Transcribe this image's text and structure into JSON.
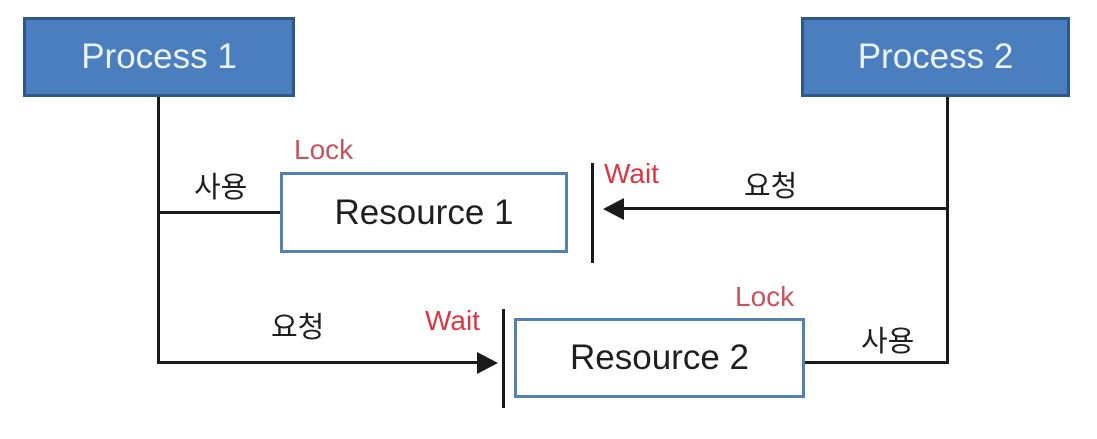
{
  "diagram": {
    "title_implicit": "Deadlock between two processes and two resources",
    "colors": {
      "process_fill": "#4A7EBE",
      "process_border": "#2E578C",
      "process_text": "#EAF2FB",
      "resource_fill": "#FFFFFF",
      "resource_border": "#5381B6",
      "connector_line": "#1A1A1A",
      "lock_label_red": "#C9545E",
      "wait_label_red": "#DC3642"
    },
    "nodes": {
      "process1": {
        "label": "Process 1",
        "type": "process"
      },
      "process2": {
        "label": "Process 2",
        "type": "process"
      },
      "resource1": {
        "label": "Resource 1",
        "type": "resource"
      },
      "resource2": {
        "label": "Resource 2",
        "type": "resource"
      }
    },
    "edges": {
      "p1_uses_r1": {
        "from": "Process 1",
        "to": "Resource 1",
        "label": "사용",
        "status": "Lock"
      },
      "p2_requests_r1": {
        "from": "Process 2",
        "to": "Resource 1",
        "label": "요청",
        "status": "Wait"
      },
      "p1_requests_r2": {
        "from": "Process 1",
        "to": "Resource 2",
        "label": "요청",
        "status": "Wait"
      },
      "p2_uses_r2": {
        "from": "Process 2",
        "to": "Resource 2",
        "label": "사용",
        "status": "Lock"
      }
    }
  }
}
